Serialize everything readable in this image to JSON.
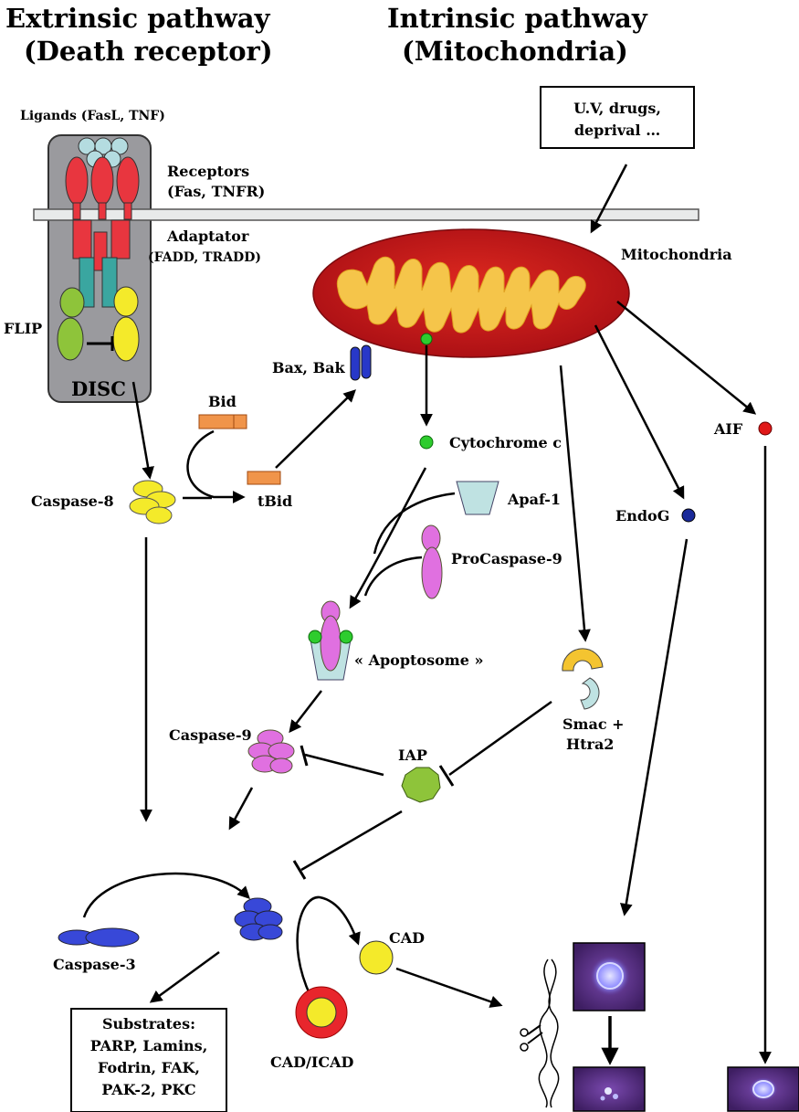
{
  "titles": {
    "extrinsic_line1": "Extrinsic pathway",
    "extrinsic_line2": "(Death receptor)",
    "intrinsic_line1": "Intrinsic pathway",
    "intrinsic_line2": "(Mitochondria)"
  },
  "stimulus_box": {
    "lines": [
      "U.V, drugs,",
      "deprival …"
    ]
  },
  "labels": {
    "ligands": "Ligands (FasL, TNF)",
    "receptors_line1": "Receptors",
    "receptors_line2": "(Fas, TNFR)",
    "adaptator_line1": "Adaptator",
    "adaptator_line2": "(FADD, TRADD)",
    "flip": "FLIP",
    "disc": "DISC",
    "mitochondria": "Mitochondria",
    "bax_bak": "Bax, Bak",
    "bid": "Bid",
    "tbid": "tBid",
    "caspase8": "Caspase-8",
    "cytochrome_c": "Cytochrome c",
    "apaf1": "Apaf-1",
    "procaspase9": "ProCaspase-9",
    "apoptosome": "« Apoptosome »",
    "caspase9": "Caspase-9",
    "iap": "IAP",
    "smac_line1": "Smac +",
    "smac_line2": "Htra2",
    "endog": "EndoG",
    "aif": "AIF",
    "caspase3": "Caspase-3",
    "cad": "CAD",
    "cad_icad": "CAD/ICAD"
  },
  "substrates_box": {
    "lines": [
      "Substrates:",
      "PARP, Lamins,",
      "Fodrin, FAK,",
      "PAK-2, PKC"
    ]
  },
  "colors": {
    "receptor_red": "#e8363f",
    "ligand_blue": "#b4dce0",
    "adaptor_teal": "#3aa6a0",
    "flip_green": "#8ec43a",
    "caspase8_yellow": "#f4ea2a",
    "mito_red": "#c8161c",
    "mito_inner": "#f5c54a",
    "bax_blue": "#2838c8",
    "bid_orange": "#f0944a",
    "cytc_green": "#2ecc2e",
    "caspase9_magenta": "#e070e0",
    "caspase3_blue": "#3848d8",
    "cell_purple": "#6a3a8c"
  }
}
